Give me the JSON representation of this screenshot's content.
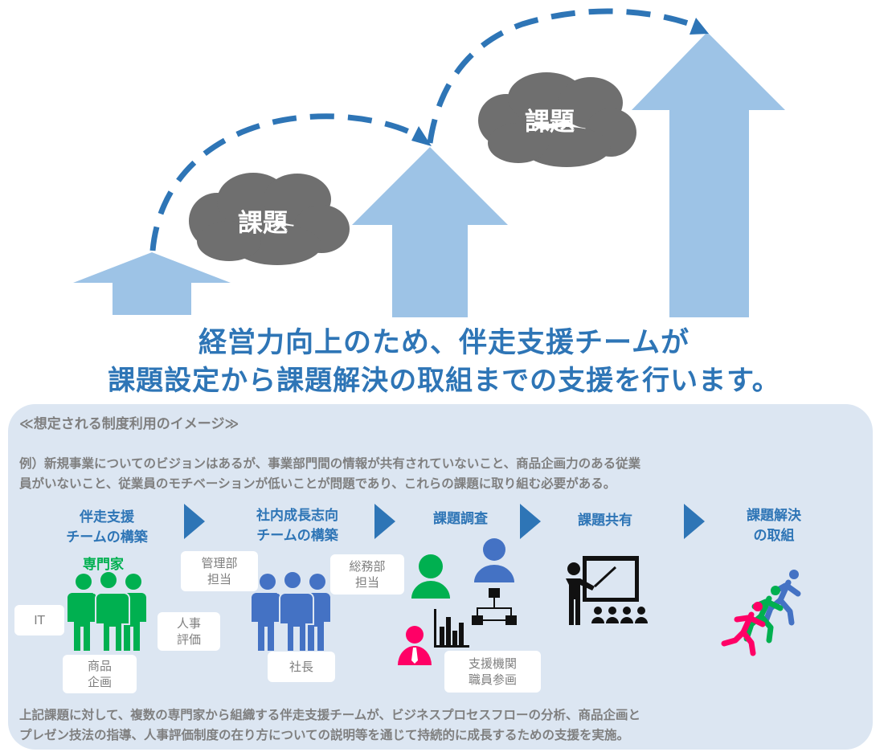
{
  "hero": {
    "cloud_label_1": "課題",
    "cloud_label_2": "課題"
  },
  "headline": {
    "line1": "経営力向上のため、伴走支援チームが",
    "line2": "課題設定から課題解決の取組までの支援を行います。"
  },
  "panel": {
    "title": "≪想定される制度利用のイメージ≫",
    "example_line1": "例）新規事業についてのビジョンはあるが、事業部門間の情報が共有されていないこと、商品企画力のある従業",
    "example_line2": "員がいないこと、従業員のモチベーションが低いことが問題であり、これらの課題に取り組む必要がある。",
    "steps": [
      {
        "line1": "伴走支援",
        "line2": "チームの構築"
      },
      {
        "line1": "社内成長志向",
        "line2": "チームの構築"
      },
      {
        "line1": "課題調査",
        "line2": ""
      },
      {
        "line1": "課題共有",
        "line2": ""
      },
      {
        "line1": "課題解決",
        "line2": "の取組"
      }
    ],
    "experts_label": "専門家",
    "tags": {
      "it": "IT",
      "hr_1": "人事",
      "hr_2": "評価",
      "product_1": "商品",
      "product_2": "企画",
      "mgmt_1": "管理部",
      "mgmt_2": "担当",
      "general_1": "総務部",
      "general_2": "担当",
      "president": "社長",
      "support_1": "支援機関",
      "support_2": "職員参画"
    },
    "footer_line1": "上記課題に対して、複数の専門家から組織する伴走支援チームが、ビジネスプロセスフローの分析、商品企画と",
    "footer_line2": "プレゼン技法の指導、人事評価制度の在り方についての説明等を通じて持続的に成長するための支援を実施。"
  },
  "colors": {
    "arrow": "#9DC3E6",
    "dash": "#2E75B6",
    "cloud": "#6F6F6F",
    "headline": "#2E75B6",
    "panel": "#DCE6F2",
    "expert_green": "#00B050",
    "staff_blue": "#4472C4",
    "support_pink": "#FF0066"
  }
}
